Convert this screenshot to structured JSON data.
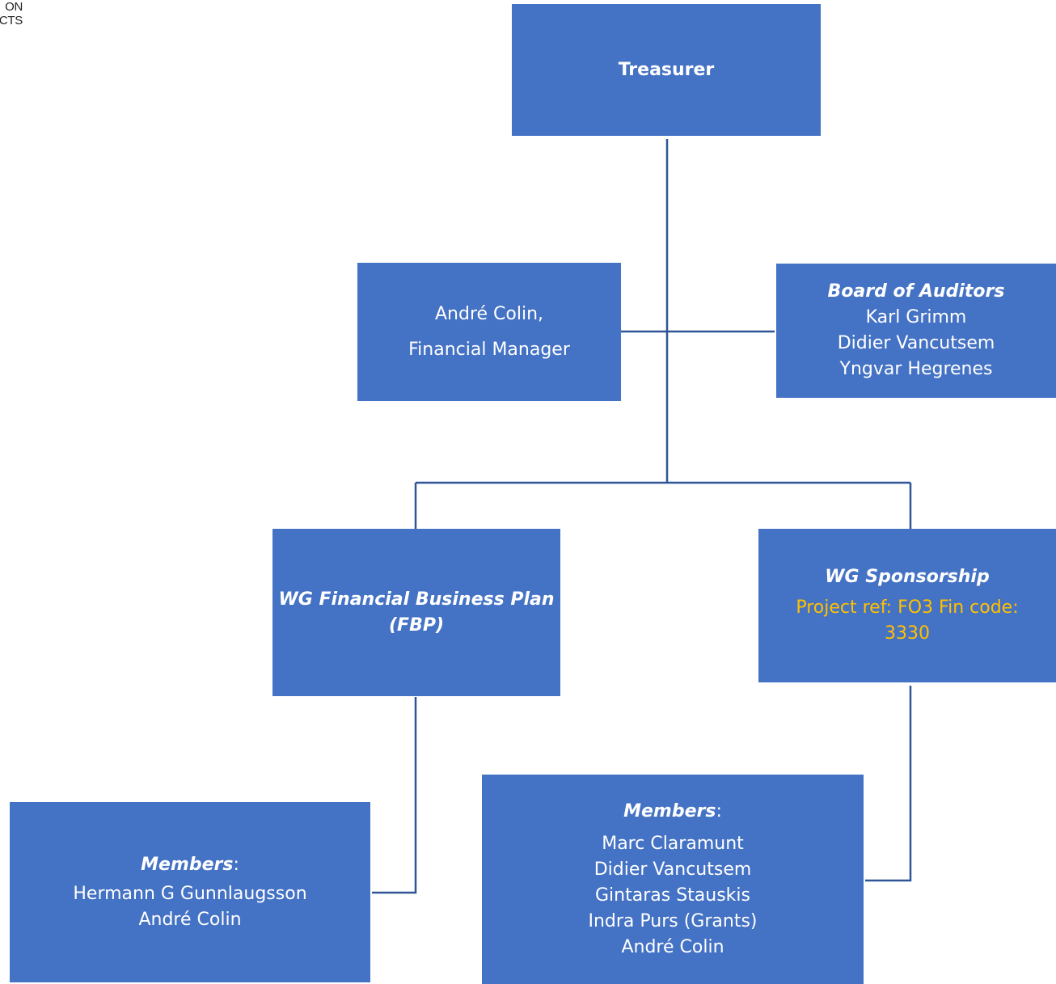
{
  "logo": {
    "line1": "ON",
    "line2": "CTS"
  },
  "treasurer": {
    "title": "Treasurer"
  },
  "financial_manager": {
    "name": "André Colin,",
    "role": "Financial Manager"
  },
  "board_of_auditors": {
    "title": "Board of Auditors",
    "members": [
      "Karl Grimm",
      "Didier Vancutsem",
      "Yngvar Hegrenes"
    ]
  },
  "wg_fbp": {
    "title_line1": "WG Financial Business Plan",
    "title_line2": "(FBP)"
  },
  "wg_sponsorship": {
    "title": "WG Sponsorship",
    "project_line1": "Project ref: FO3  Fin code:",
    "project_line2": "3330"
  },
  "fbp_members": {
    "label": "Members",
    "colon": ":",
    "names": [
      "Hermann G Gunnlaugsson",
      "André Colin"
    ]
  },
  "sponsorship_members": {
    "label": "Members",
    "colon": ":",
    "names": [
      "Marc Claramunt",
      "Didier Vancutsem",
      "Gintaras Stauskis",
      "Indra Purs (Grants)",
      "André Colin"
    ]
  },
  "colors": {
    "box_fill": "#4472c4",
    "connector": "#2f5597",
    "highlight_text": "#ffc000"
  }
}
